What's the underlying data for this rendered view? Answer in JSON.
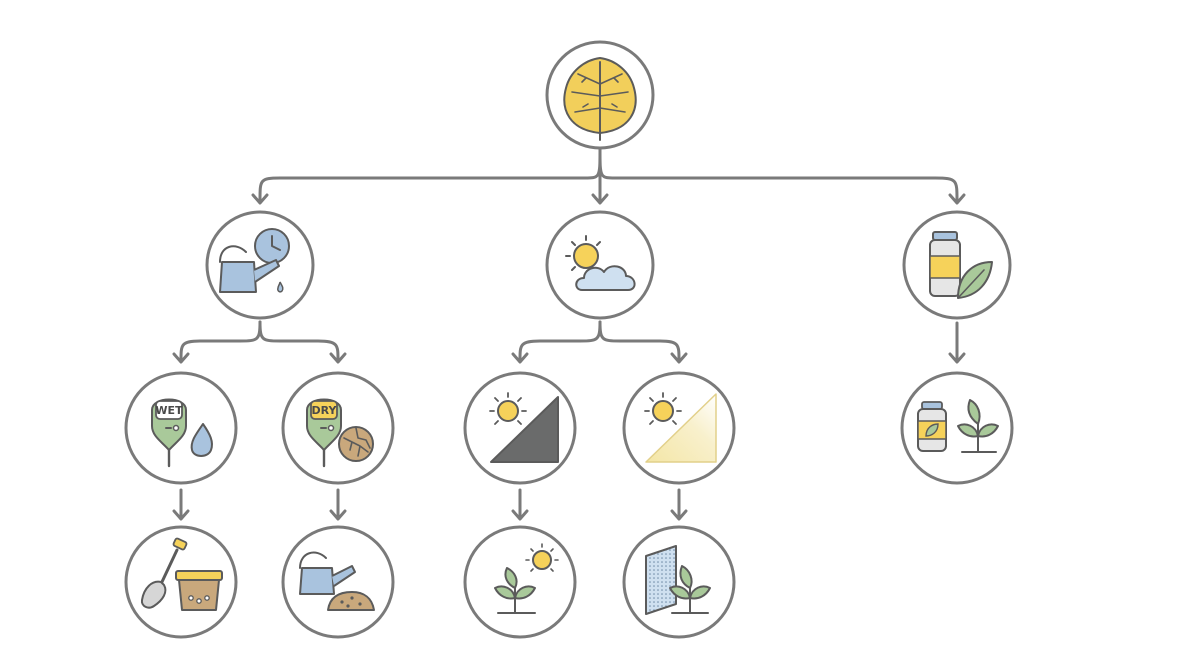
{
  "colors": {
    "outline": "#7a7a7a",
    "ink": "#5b5b5b",
    "leaf_yellow": "#f2cf5b",
    "leaf_green": "#a9c99a",
    "water_blue": "#a9c3de",
    "soil_brown": "#c9a87c",
    "sun_yellow": "#f6d25a",
    "shade_dark": "#6a6b6b",
    "bright_light": "#f4e6a6"
  },
  "meters": {
    "wet_label": "WET",
    "dry_label": "DRY"
  },
  "nodes": [
    {
      "id": "root",
      "icon": "monstera-leaf-icon"
    },
    {
      "id": "watering",
      "icon": "watering-can-clock-icon"
    },
    {
      "id": "light",
      "icon": "sun-cloud-icon"
    },
    {
      "id": "fertilizer",
      "icon": "fertilizer-bottle-leaf-icon"
    },
    {
      "id": "soil-wet",
      "icon": "moisture-meter-wet-icon"
    },
    {
      "id": "soil-dry",
      "icon": "moisture-meter-dry-icon"
    },
    {
      "id": "low-light",
      "icon": "sun-shade-icon"
    },
    {
      "id": "bright-light",
      "icon": "sun-bright-light-icon"
    },
    {
      "id": "fertilize-plant",
      "icon": "fertilizer-seedling-icon"
    },
    {
      "id": "wait-drain",
      "icon": "shovel-pot-icon"
    },
    {
      "id": "water-soil",
      "icon": "watering-can-soil-icon"
    },
    {
      "id": "move-to-sun",
      "icon": "seedling-sun-icon"
    },
    {
      "id": "filter-light",
      "icon": "sheer-curtain-seedling-icon"
    }
  ]
}
